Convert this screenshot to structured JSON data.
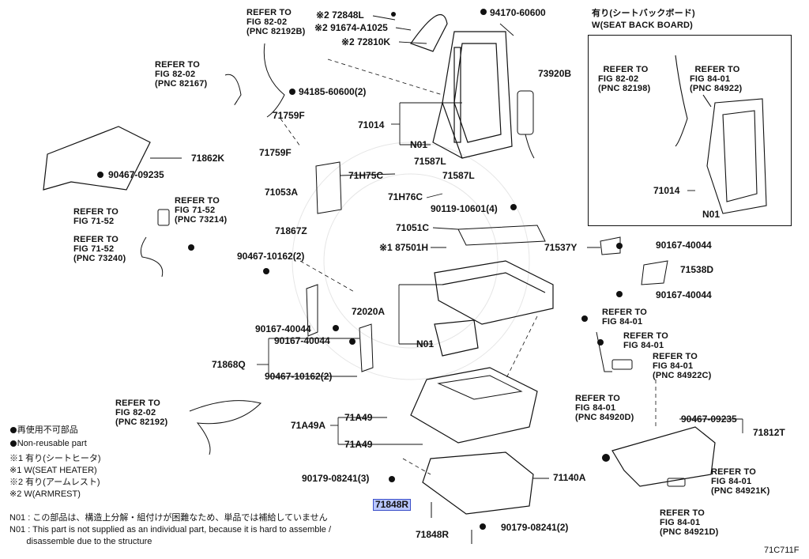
{
  "diagram_code": "71C711F",
  "inset": {
    "title_jp": "有り(シートバックボード)",
    "title_en": "W(SEAT BACK BOARD)",
    "ref_fig8202": [
      "REFER TO",
      "FIG 82-02",
      "(PNC 82198)"
    ],
    "ref_fig8401": [
      "REFER TO",
      "FIG 84-01",
      "(PNC 84922)"
    ],
    "part_frame": "71014",
    "part_n01": "N01"
  },
  "labels": {
    "p72848L": "※2 72848L",
    "p91674": "※2 91674-A1025",
    "p72810K": "※2 72810K",
    "p94170": "94170-60600",
    "p94185": "94185-60600(2)",
    "p73920B": "73920B",
    "p71759F_a": "71759F",
    "p71759F_b": "71759F",
    "p71014": "71014",
    "pN01_top": "N01",
    "p71862K": "71862K",
    "p90467_09235_l": "90467-09235",
    "p71587L_a": "71587L",
    "p71587L_b": "71587L",
    "p71H75C": "71H75C",
    "p71053A": "71053A",
    "p71H76C": "71H76C",
    "p90119": "90119-10601(4)",
    "p71051C": "71051C",
    "p87501H": "※1 87501H",
    "p71867Z": "71867Z",
    "p90467_10162_a": "90467-10162(2)",
    "p71537Y": "71537Y",
    "p90167_40044_r1": "90167-40044",
    "p71538D": "71538D",
    "p90167_40044_r2": "90167-40044",
    "p72020A": "72020A",
    "p90167_40044_l1": "90167-40044",
    "p90167_40044_l2": "90167-40044",
    "pN01_mid": "N01",
    "p71868Q": "71868Q",
    "p90467_10162_b": "90467-10162(2)",
    "p71A49A": "71A49A",
    "p71A49_a": "71A49",
    "p71A49_b": "71A49",
    "p90179_a": "90179-08241(3)",
    "p71140A": "71140A",
    "p71848R_hl": "71848R",
    "p90179_b": "90179-08241(2)",
    "p71848R": "71848R",
    "p90467_09235_r": "90467-09235",
    "p71812T": "71812T"
  },
  "refs": {
    "r8202_82192B": [
      "REFER TO",
      "FIG 82-02",
      "(PNC 82192B)"
    ],
    "r8202_82167": [
      "REFER TO",
      "FIG 82-02",
      "(PNC 82167)"
    ],
    "r7152_a": [
      "REFER TO",
      "FIG 71-52"
    ],
    "r7152_73214": [
      "REFER TO",
      "FIG 71-52",
      "(PNC 73214)"
    ],
    "r7152_73240": [
      "REFER TO",
      "FIG 71-52",
      "(PNC 73240)"
    ],
    "r8202_82192": [
      "REFER TO",
      "FIG 82-02",
      "(PNC 82192)"
    ],
    "r8401_a": [
      "REFER TO",
      "FIG 84-01"
    ],
    "r8401_b": [
      "REFER TO",
      "FIG 84-01"
    ],
    "r8401_84922C": [
      "REFER TO",
      "FIG 84-01",
      "(PNC 84922C)"
    ],
    "r8401_84920D": [
      "REFER TO",
      "FIG 84-01",
      "(PNC 84920D)"
    ],
    "r8401_84921K": [
      "REFER TO",
      "FIG 84-01",
      "(PNC 84921K)"
    ],
    "r8401_84921D": [
      "REFER TO",
      "FIG 84-01",
      "(PNC 84921D)"
    ]
  },
  "legend": {
    "bullet_jp": "● 再使用不可部品",
    "bullet_en": "● Non-reusable part",
    "note1_jp": "※1 有り(シートヒータ)",
    "note1_en": "※1 W(SEAT HEATER)",
    "note2_jp": "※2 有り(アームレスト)",
    "note2_en": "※2 W(ARMREST)",
    "n01_jp": "N01 : この部品は、構造上分解・組付けが困難なため、単品では補給していません",
    "n01_en": "N01 : This part is not supplied as an individual part, because it is hard to assemble /",
    "n01_en2": "       disassemble due to the structure"
  }
}
